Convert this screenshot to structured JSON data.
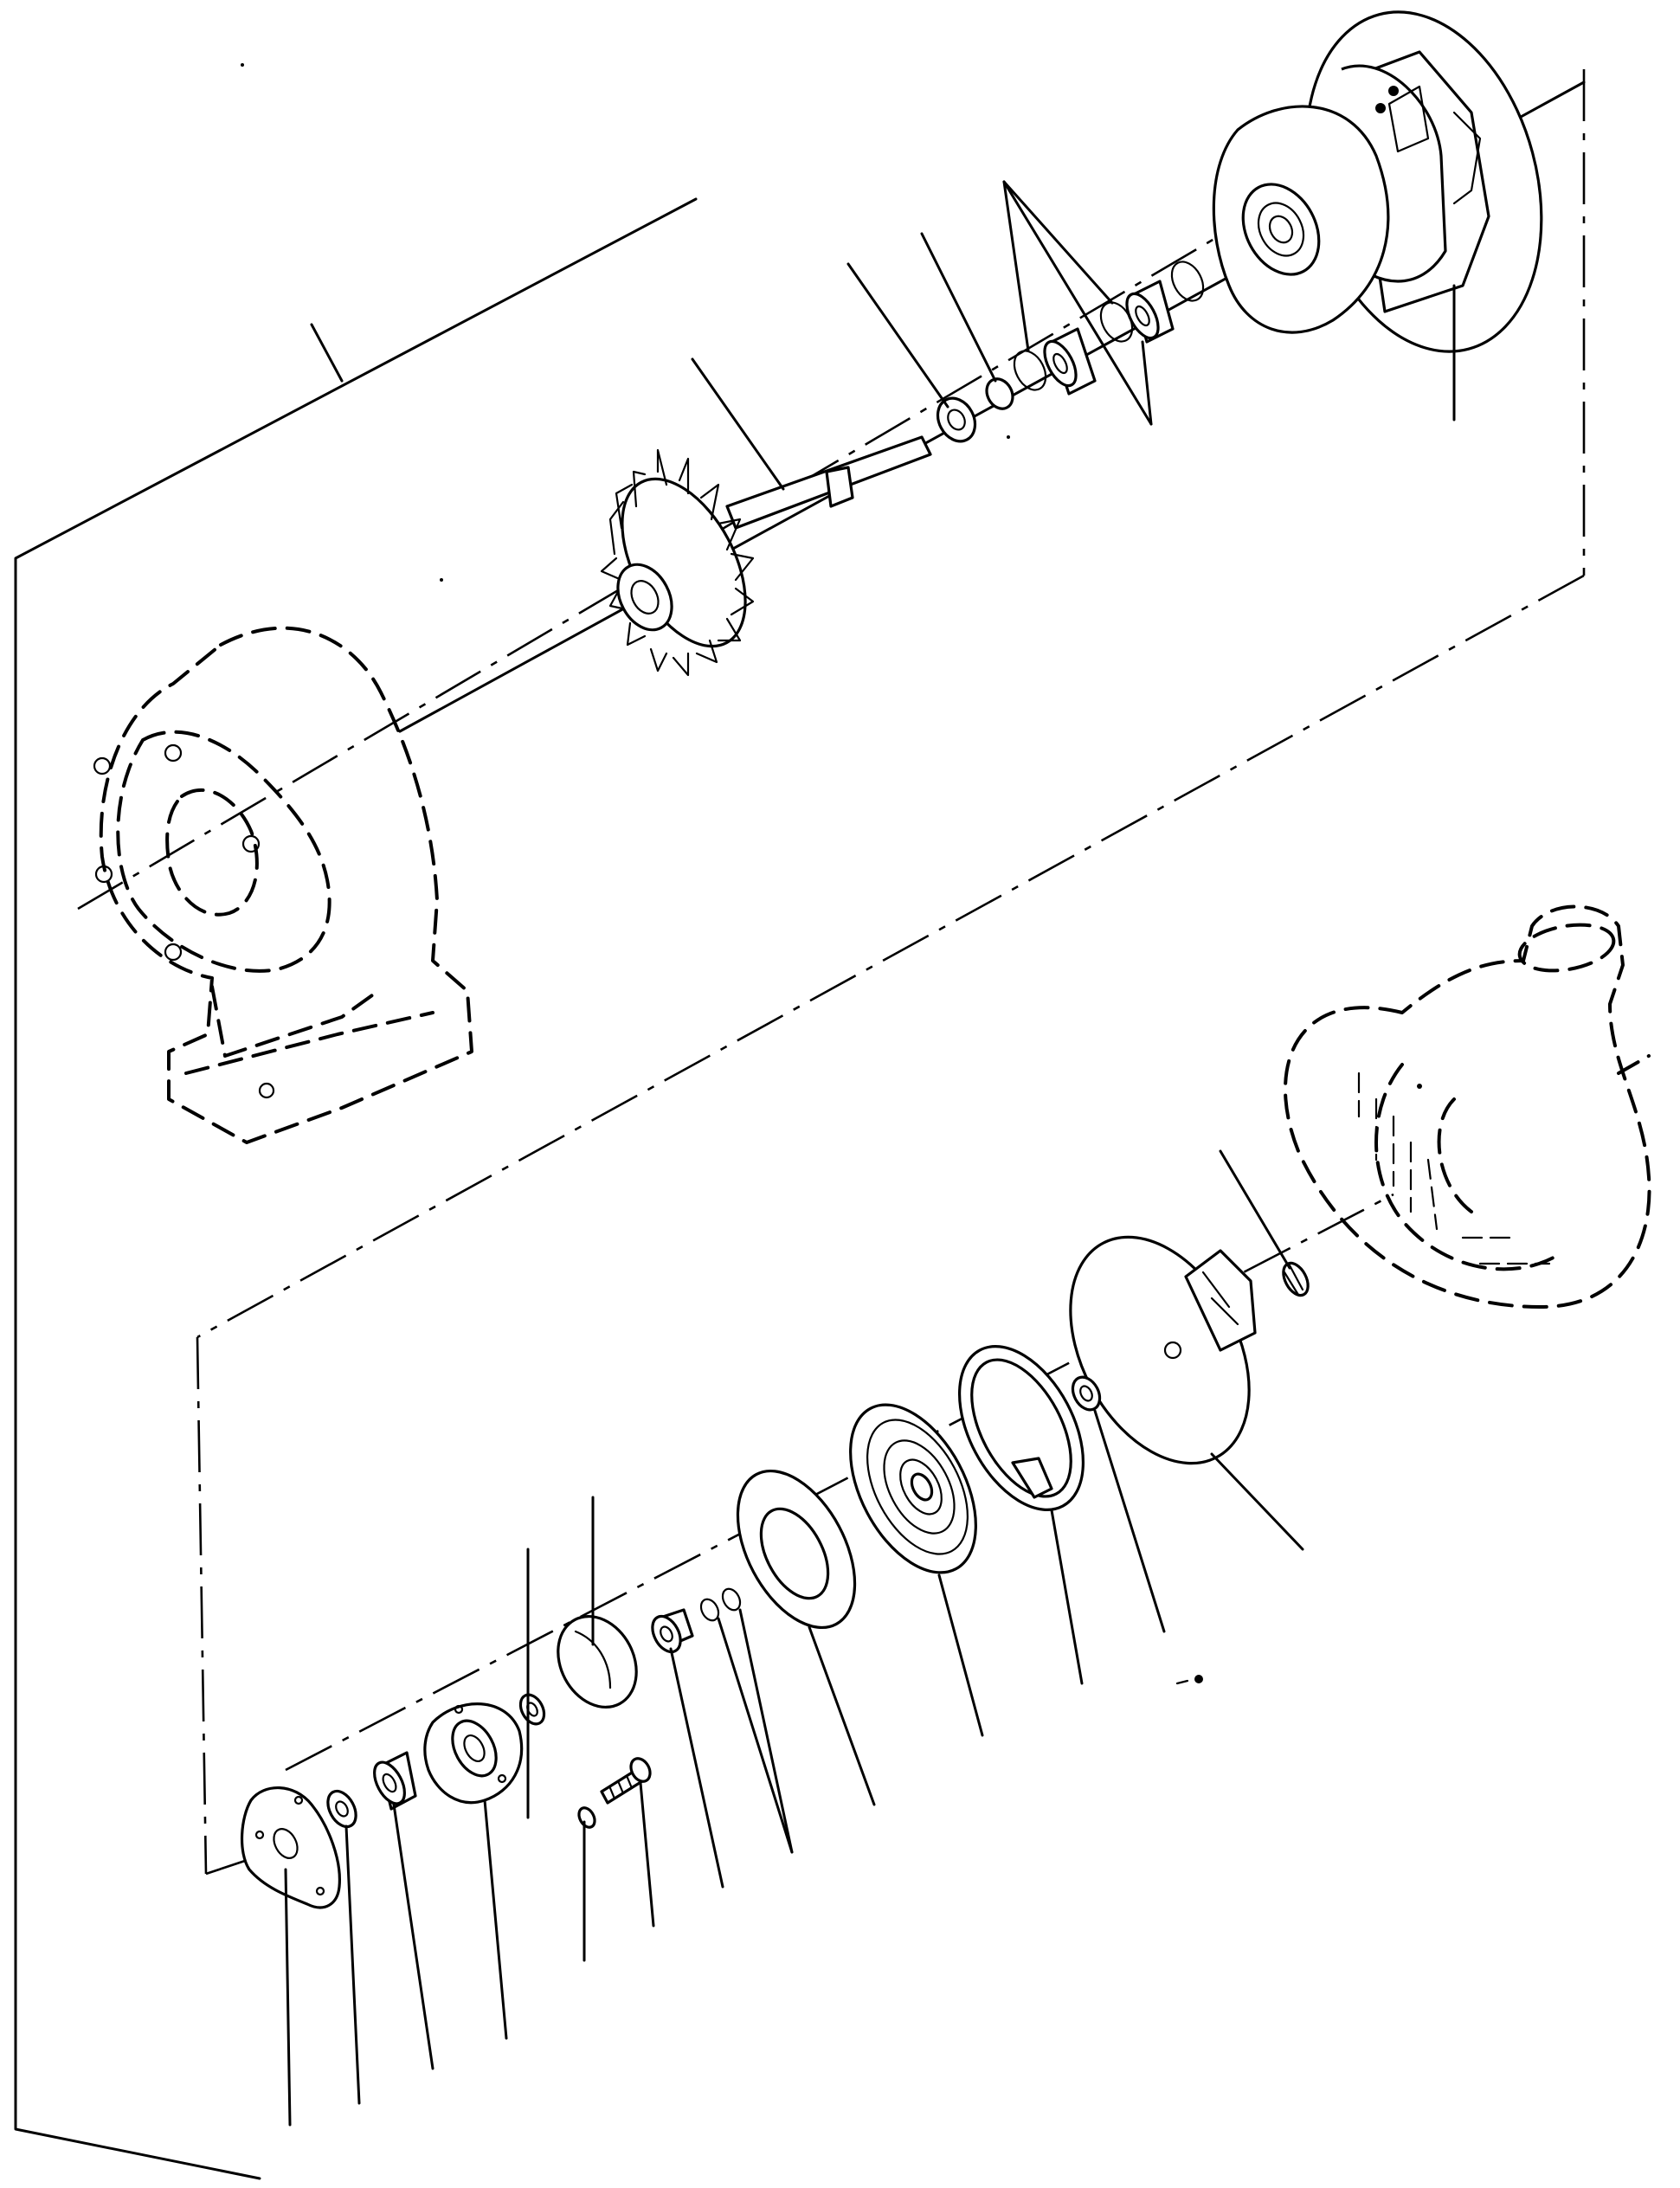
{
  "diagram": {
    "kind": "exploded-parts-view",
    "colors": {
      "ink": "#000000",
      "paper": "#ffffff"
    },
    "upper_assembly": {
      "parts": [
        "turbine-housing-phantom",
        "turbine-wheel-shaft",
        "seal-ring",
        "thrust-collar",
        "piston-rings",
        "bearing-sleeves",
        "center-housing"
      ]
    },
    "lower_assembly": {
      "parts": [
        "thrust-plate",
        "washer",
        "spacer-sleeve",
        "thrust-bearing",
        "small-washer",
        "oil-deflector",
        "thrust-collar",
        "o-rings",
        "insert-plate",
        "seal-plate",
        "snap-ring",
        "lock-washer",
        "compressor-wheel",
        "lock-nut",
        "compressor-housing-phantom",
        "screw",
        "lock-washer-small"
      ]
    }
  }
}
